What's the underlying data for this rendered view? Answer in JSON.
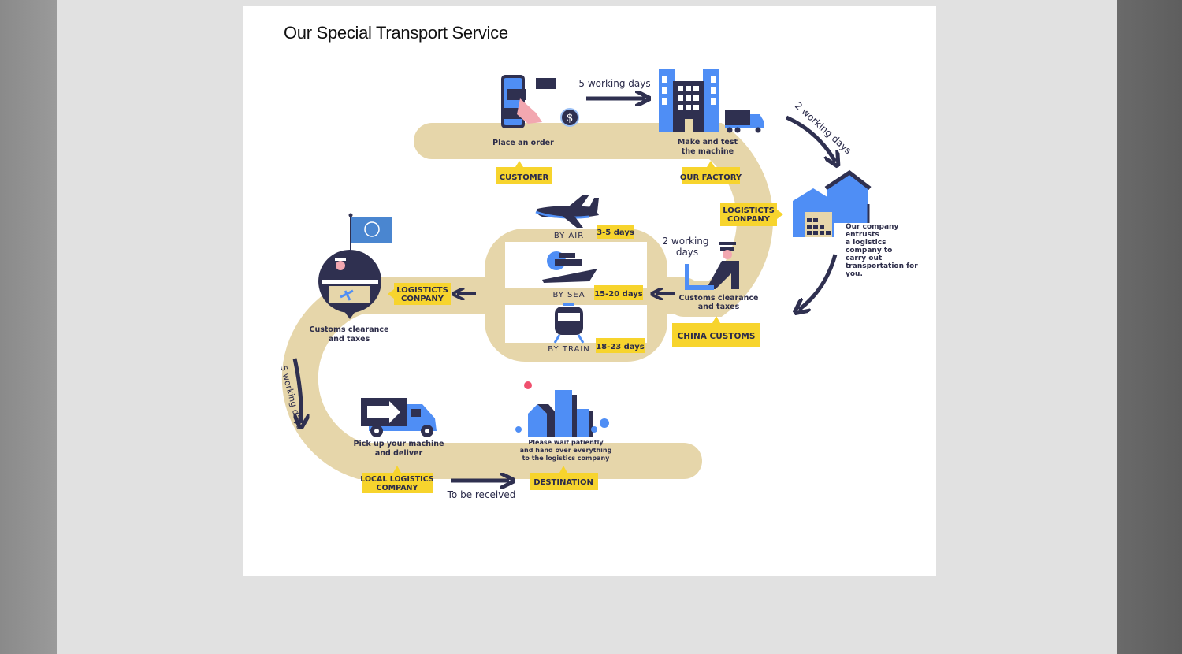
{
  "title": "Our Special Transport Service",
  "colors": {
    "road": "#e6d6aa",
    "tag": "#f7d42d",
    "navy": "#2f3050",
    "blue": "#4f8ef5",
    "pink": "#f2a7b0"
  },
  "steps": {
    "order": {
      "caption": "Place an order",
      "tag": "CUSTOMER",
      "icon": "phone-order-icon"
    },
    "factory": {
      "caption_line1": "Make and test",
      "caption_line2": "the machine",
      "tag": "OUR FACTORY",
      "icon": "factory-icon"
    },
    "logistics": {
      "tag_line1": "LOGISTICTS",
      "tag_line2": "CONPANY",
      "desc": [
        "Our company",
        "entrusts",
        "a logistics",
        "company to",
        "carry out",
        "transportation for",
        "you."
      ],
      "icon": "warehouse-icon"
    },
    "china_customs": {
      "caption_line1": "Customs clearance",
      "caption_line2": "and taxes",
      "tag": "CHINA CUSTOMS",
      "icon": "customs-officer-icon"
    },
    "dest_customs": {
      "caption_line1": "Customs clearance",
      "caption_line2": "and taxes",
      "tag_line1": "LOGISTICTS",
      "tag_line2": "CONPANY",
      "icon": "customs-desk-icon"
    },
    "local": {
      "caption_line1": "Pick up your machine",
      "caption_line2": "and deliver",
      "tag_line1": "LOCAL LOGISTICS",
      "tag_line2": "COMPANY",
      "icon": "delivery-truck-icon"
    },
    "destination": {
      "caption": [
        "Please wait patiently",
        "and hand over everything",
        "to the logistics company"
      ],
      "tag": "DESTINATION",
      "icon": "city-icon"
    }
  },
  "transport_modes": [
    {
      "label": "BY AIR",
      "duration": "3-5 days",
      "icon": "airplane-icon"
    },
    {
      "label": "BY SEA",
      "duration": "15-20 days",
      "icon": "ship-icon"
    },
    {
      "label": "BY TRAIN",
      "duration": "18-23 days",
      "icon": "train-icon"
    }
  ],
  "durations": {
    "order_to_factory": "5 working days",
    "factory_to_logistics": "2 working days",
    "customs_line1": "2 working",
    "customs_line2": "days",
    "to_local": "5 working days",
    "final": "To be received"
  }
}
